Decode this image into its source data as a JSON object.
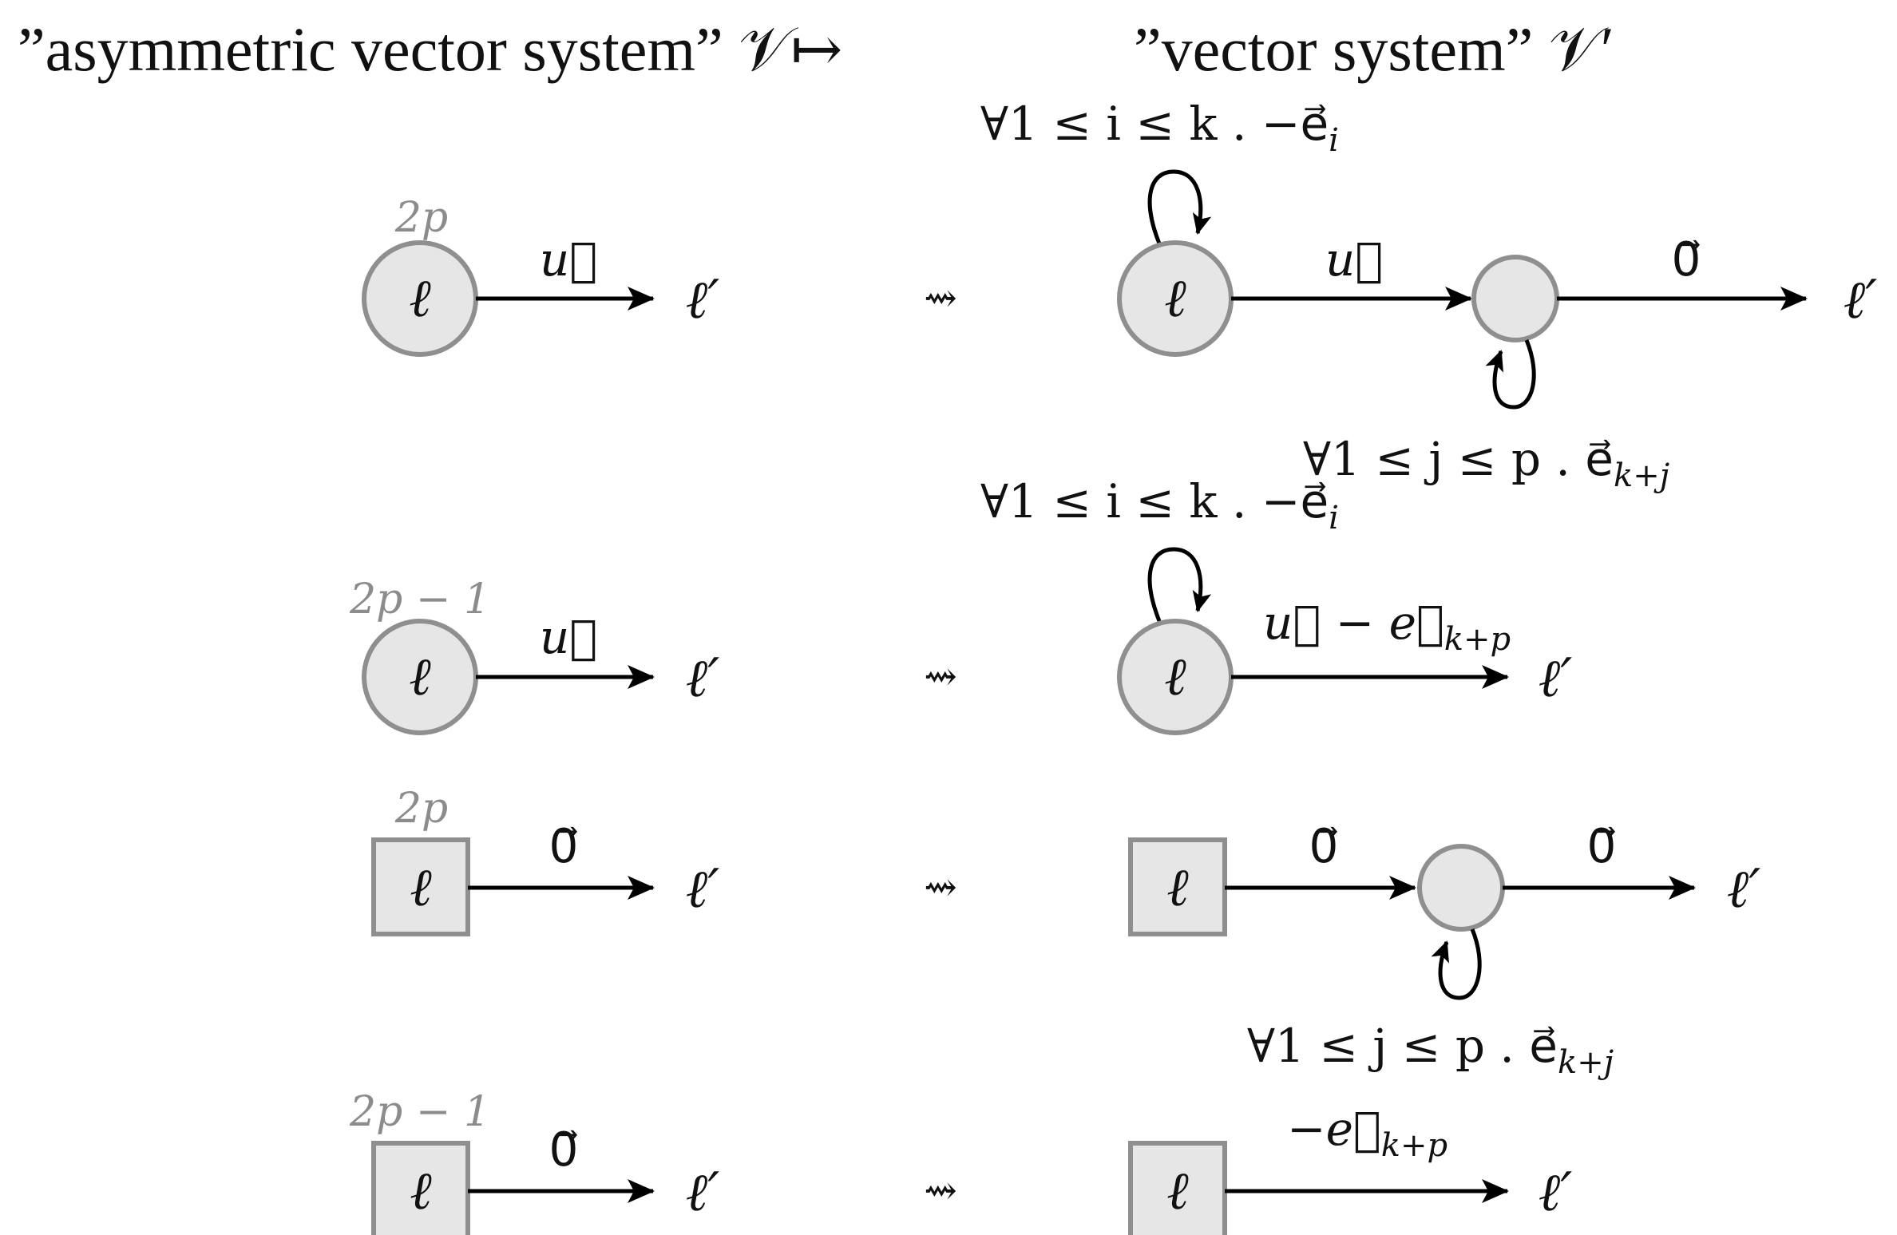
{
  "heading": {
    "left": "”asymmetric vector system” 𝒱↦",
    "right": "”vector system” 𝒱′"
  },
  "symbols": {
    "location": "ℓ",
    "target": "ℓ′",
    "leadsto": "⇝",
    "u_vec": "u⃗",
    "zero_vec": "0⃗",
    "u_minus_e": "u⃗ − e⃗",
    "minus_e": "−e⃗",
    "e_sub": "k+p"
  },
  "loops": {
    "forall_i": "∀1 ≤ i ≤ k . −e⃗",
    "forall_i_sub": "i",
    "forall_j": "∀1 ≤ j ≤ p . e⃗",
    "forall_j_sub": "k+j"
  },
  "rules": [
    {
      "priority": "2p",
      "node_shape": "circle",
      "left_label": "u⃗"
    },
    {
      "priority": "2p − 1",
      "node_shape": "circle",
      "left_label": "u⃗"
    },
    {
      "priority": "2p",
      "node_shape": "square",
      "left_label": "0⃗"
    },
    {
      "priority": "2p − 1",
      "node_shape": "square",
      "left_label": "0⃗"
    }
  ]
}
